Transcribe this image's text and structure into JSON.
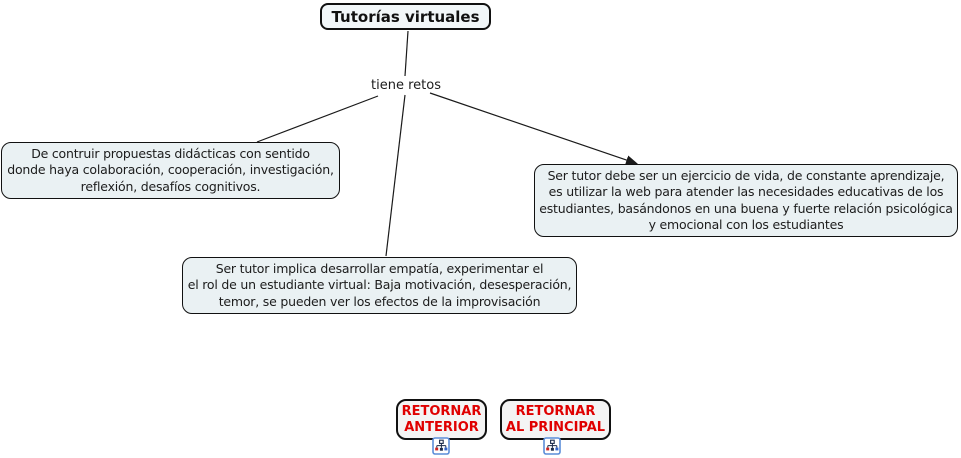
{
  "title": "Tutorías virtuales",
  "link_label": "tiene retos",
  "nodes": {
    "left": {
      "lines": [
        "De contruir propuestas didácticas con sentido",
        "donde haya colaboración, cooperación, investigación,",
        "reflexión, desafíos cognitivos."
      ]
    },
    "middle": {
      "lines": [
        "Ser tutor implica desarrollar empatía, experimentar el",
        "el rol de un estudiante virtual: Baja motivación, desesperación,",
        "temor, se pueden ver los efectos de la improvisación"
      ]
    },
    "right": {
      "lines": [
        "Ser tutor debe ser un ejercicio de vida, de constante aprendizaje,",
        "es utilizar la web para atender las necesidades educativas de los",
        "estudiantes, basándonos en una buena y fuerte relación psicológica",
        "y emocional con los estudiantes"
      ]
    }
  },
  "buttons": {
    "anterior": {
      "lines": [
        "RETORNAR",
        "ANTERIOR"
      ],
      "icon": "concept-map-icon"
    },
    "principal": {
      "lines": [
        "RETORNAR",
        "AL PRINCIPAL"
      ],
      "icon": "concept-map-icon"
    }
  },
  "colors": {
    "node_fill": "#eaf1f3",
    "title_fill": "#f2f7f9",
    "button_fill": "#f4f4f4",
    "border": "#111111",
    "line": "#1a1a1a",
    "button_text": "#e00000",
    "text": "#1c1c1c",
    "icon_border": "#5b8dd9"
  }
}
